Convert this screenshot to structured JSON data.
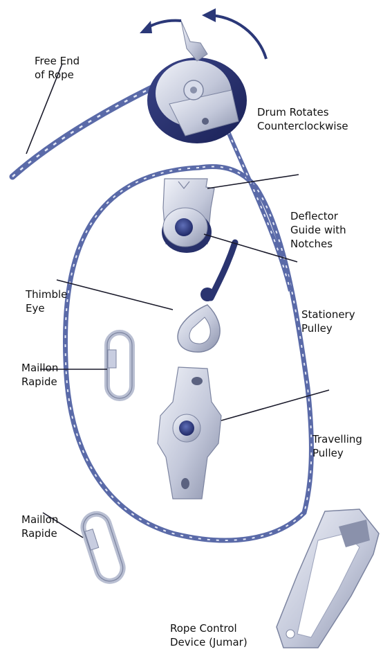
{
  "labels": {
    "free_end": [
      "Free End",
      "of Rope"
    ],
    "drum": [
      "Drum Rotates",
      "Counterclockwise"
    ],
    "deflector": [
      "Deflector",
      "Guide with",
      "Notches"
    ],
    "thimble": [
      "Thimble",
      "Eye"
    ],
    "stationery": [
      "Stationery",
      "Pulley"
    ],
    "maillon_1": [
      "Maillon",
      "Rapide"
    ],
    "travelling": [
      "Travelling",
      "Pulley"
    ],
    "maillon_2": [
      "Maillon",
      "Rapide"
    ],
    "jumar": [
      "Rope Control",
      "Device (Jumar)"
    ]
  },
  "colors": {
    "rope": "#5a6aa8",
    "rope_fleck": "#e4e8f6",
    "metal_light": "#e6e9f2",
    "metal_mid": "#b9bfd2",
    "metal_dark": "#7c84a0",
    "drum_dark": "#27306a",
    "arrow": "#2b3878",
    "leader": "#1a1a2a"
  }
}
